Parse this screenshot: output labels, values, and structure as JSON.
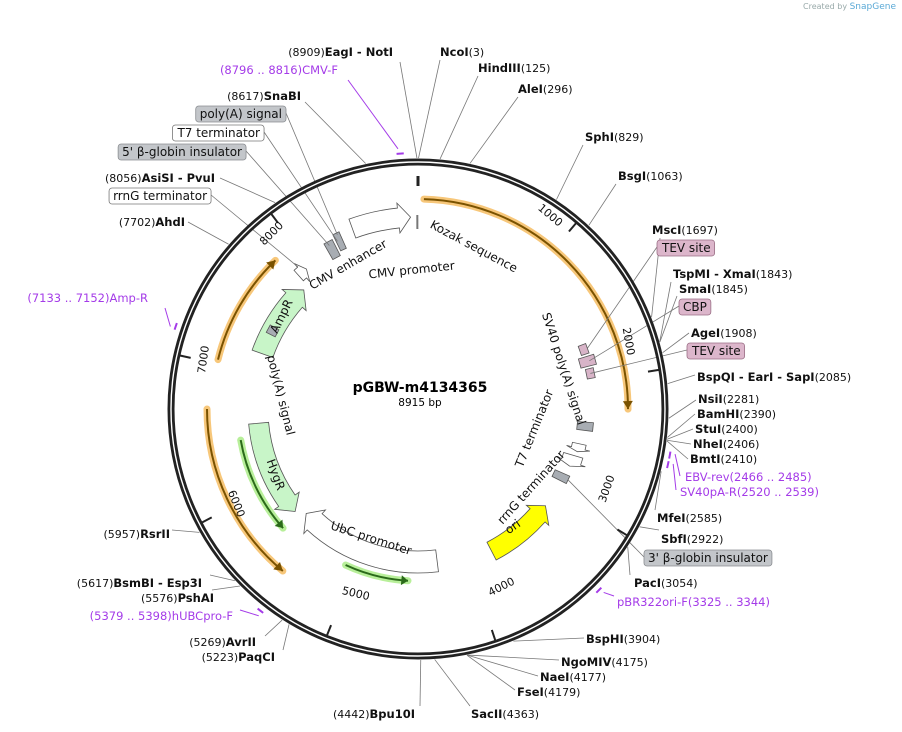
{
  "credit": {
    "prefix": "Created by",
    "brand": "SnapGene"
  },
  "plasmid": {
    "name": "pGBW-m4134365",
    "length_label": "8915 bp",
    "length": 8915
  },
  "colors": {
    "backbone": "#222222",
    "enzyme_text": "#111111",
    "primer": "#a43be8",
    "orf_highlight": "#f7c77a",
    "marker_green": "#c8f5c8",
    "ori_yellow": "#ffff00",
    "tag_pink": "#d8b4c8",
    "terminator_gray": "#a8adb3"
  },
  "ticks": [
    "1000",
    "2000",
    "3000",
    "4000",
    "5000",
    "6000",
    "7000",
    "8000"
  ],
  "enzymes": [
    {
      "name": "EagI  -  NotI",
      "pos": 8909,
      "pos_label": "(8909)"
    },
    {
      "name": "NcoI",
      "pos": 3,
      "pos_label": "(3)"
    },
    {
      "name": "HindIII",
      "pos": 125,
      "pos_label": "(125)"
    },
    {
      "name": "AleI",
      "pos": 296,
      "pos_label": "(296)"
    },
    {
      "name": "SphI",
      "pos": 829,
      "pos_label": "(829)"
    },
    {
      "name": "BsgI",
      "pos": 1063,
      "pos_label": "(1063)"
    },
    {
      "name": "MscI",
      "pos": 1697,
      "pos_label": "(1697)"
    },
    {
      "name": "TspMI  -  XmaI",
      "pos": 1843,
      "pos_label": "(1843)"
    },
    {
      "name": "SmaI",
      "pos": 1845,
      "pos_label": "(1845)"
    },
    {
      "name": "AgeI",
      "pos": 1908,
      "pos_label": "(1908)"
    },
    {
      "name": "BspQI  -  EarI  -  SapI",
      "pos": 2085,
      "pos_label": "(2085)"
    },
    {
      "name": "NsiI",
      "pos": 2281,
      "pos_label": "(2281)"
    },
    {
      "name": "BamHI",
      "pos": 2390,
      "pos_label": "(2390)"
    },
    {
      "name": "StuI",
      "pos": 2400,
      "pos_label": "(2400)"
    },
    {
      "name": "NheI",
      "pos": 2406,
      "pos_label": "(2406)"
    },
    {
      "name": "BmtI",
      "pos": 2410,
      "pos_label": "(2410)"
    },
    {
      "name": "MfeI",
      "pos": 2585,
      "pos_label": "(2585)"
    },
    {
      "name": "SbfI",
      "pos": 2922,
      "pos_label": "(2922)"
    },
    {
      "name": "PacI",
      "pos": 3054,
      "pos_label": "(3054)"
    },
    {
      "name": "BspHI",
      "pos": 3904,
      "pos_label": "(3904)"
    },
    {
      "name": "NgoMIV",
      "pos": 4175,
      "pos_label": "(4175)"
    },
    {
      "name": "NaeI",
      "pos": 4177,
      "pos_label": "(4177)"
    },
    {
      "name": "FseI",
      "pos": 4179,
      "pos_label": "(4179)"
    },
    {
      "name": "SacII",
      "pos": 4363,
      "pos_label": "(4363)"
    },
    {
      "name": "Bpu10I",
      "pos": 4442,
      "pos_label": "(4442)"
    },
    {
      "name": "PaqCI",
      "pos": 5223,
      "pos_label": "(5223)"
    },
    {
      "name": "AvrII",
      "pos": 5269,
      "pos_label": "(5269)"
    },
    {
      "name": "PshAI",
      "pos": 5576,
      "pos_label": "(5576)"
    },
    {
      "name": "BsmBI  -  Esp3I",
      "pos": 5617,
      "pos_label": "(5617)"
    },
    {
      "name": "RsrII",
      "pos": 5957,
      "pos_label": "(5957)"
    },
    {
      "name": "AhdI",
      "pos": 7702,
      "pos_label": "(7702)"
    },
    {
      "name": "AsiSI  -  PvuI",
      "pos": 8056,
      "pos_label": "(8056)"
    },
    {
      "name": "SnaBI",
      "pos": 8617,
      "pos_label": "(8617)"
    }
  ],
  "primers": [
    {
      "name": "CMV-F",
      "range": "(8796 .. 8816)",
      "start": 8796,
      "end": 8816
    },
    {
      "name": "Amp-R",
      "range": "(7133 .. 7152)",
      "start": 7133,
      "end": 7152
    },
    {
      "name": "EBV-rev",
      "range": "(2466 .. 2485)",
      "start": 2466,
      "end": 2485
    },
    {
      "name": "SV40pA-R",
      "range": "(2520 .. 2539)",
      "start": 2520,
      "end": 2539
    },
    {
      "name": "pBR322ori-F",
      "range": "(3325 .. 3344)",
      "start": 3325,
      "end": 3344
    },
    {
      "name": "hUBCpro-F",
      "range": "(5379 .. 5398)",
      "start": 5379,
      "end": 5398
    }
  ],
  "boxed_features": [
    {
      "label": "poly(A) signal",
      "style": "gray"
    },
    {
      "label": "T7 terminator",
      "style": "white"
    },
    {
      "label": "5' β-globin insulator",
      "style": "gray"
    },
    {
      "label": "rrnG terminator",
      "style": "white"
    },
    {
      "label": "TEV site",
      "style": "pink"
    },
    {
      "label": "CBP",
      "style": "pink"
    },
    {
      "label": "TEV site",
      "style": "pink"
    },
    {
      "label": "3' β-globin insulator",
      "style": "gray"
    }
  ],
  "feature_labels": {
    "kozak": "Kozak sequence",
    "cmv_promoter": "CMV promoter",
    "cmv_enhancer": "CMV enhancer",
    "sv40_polya": "SV40 poly(A) signal",
    "t7_terminator": "T7 terminator",
    "rrng_terminator": "rrnG terminator",
    "ori": "ori",
    "ubc_promoter": "UbC promoter",
    "hygr": "HygR",
    "polya_signal": "poly(A) signal",
    "ampr": "AmpR"
  }
}
